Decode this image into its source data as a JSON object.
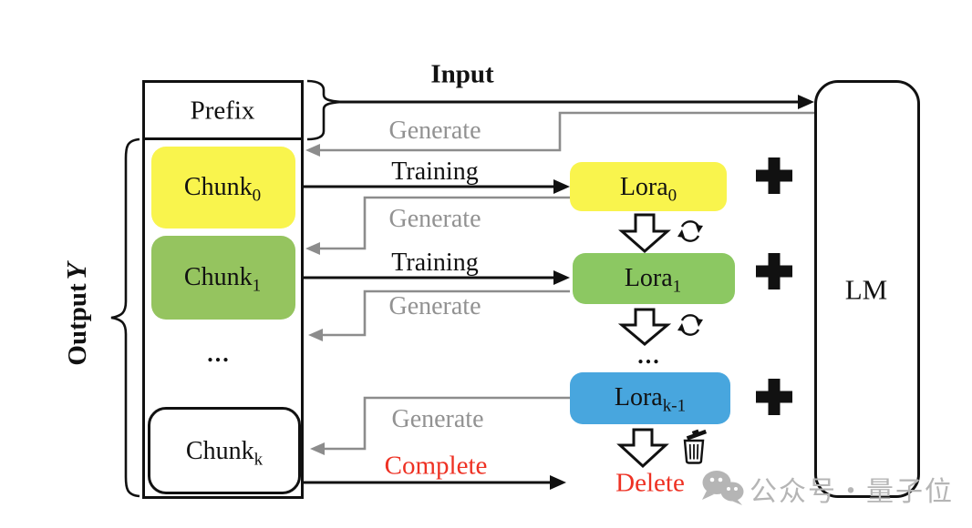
{
  "labels": {
    "input": "Input",
    "output": "Output",
    "output_symbol": "Y",
    "lm": "LM",
    "prefix": "Prefix",
    "ellipsis": "..."
  },
  "container": {
    "chunks": [
      {
        "label": "Chunk",
        "sub": "0",
        "color": "#F9F44D"
      },
      {
        "label": "Chunk",
        "sub": "1",
        "color": "#95C45F"
      },
      {
        "label": "Chunk",
        "sub": "k",
        "color": "#FFFFFF"
      }
    ]
  },
  "loras": [
    {
      "label": "Lora",
      "sub": "0",
      "color": "#F9F44D"
    },
    {
      "label": "Lora",
      "sub": "1",
      "color": "#8CC862"
    },
    {
      "label": "Lora",
      "sub": "k-1",
      "color": "#48A6DE"
    }
  ],
  "edges": {
    "training": "Training",
    "generate": "Generate",
    "complete": "Complete",
    "delete": "Delete"
  },
  "icons": {
    "plus": "plus-icon",
    "loop": "refresh-loop-icon",
    "trash": "trash-icon",
    "down_arrow": "block-down-arrow-icon",
    "wechat": "wechat-logo-icon"
  },
  "watermark": {
    "text": "公众号・量子位"
  },
  "colors": {
    "yellow": "#F9F44D",
    "green_chunk": "#95C45F",
    "green_lora": "#8CC862",
    "blue": "#48A6DE",
    "gray": "#929292",
    "red": "#EE3123",
    "black": "#111111",
    "watermark_gray": "#B5B5B5"
  }
}
